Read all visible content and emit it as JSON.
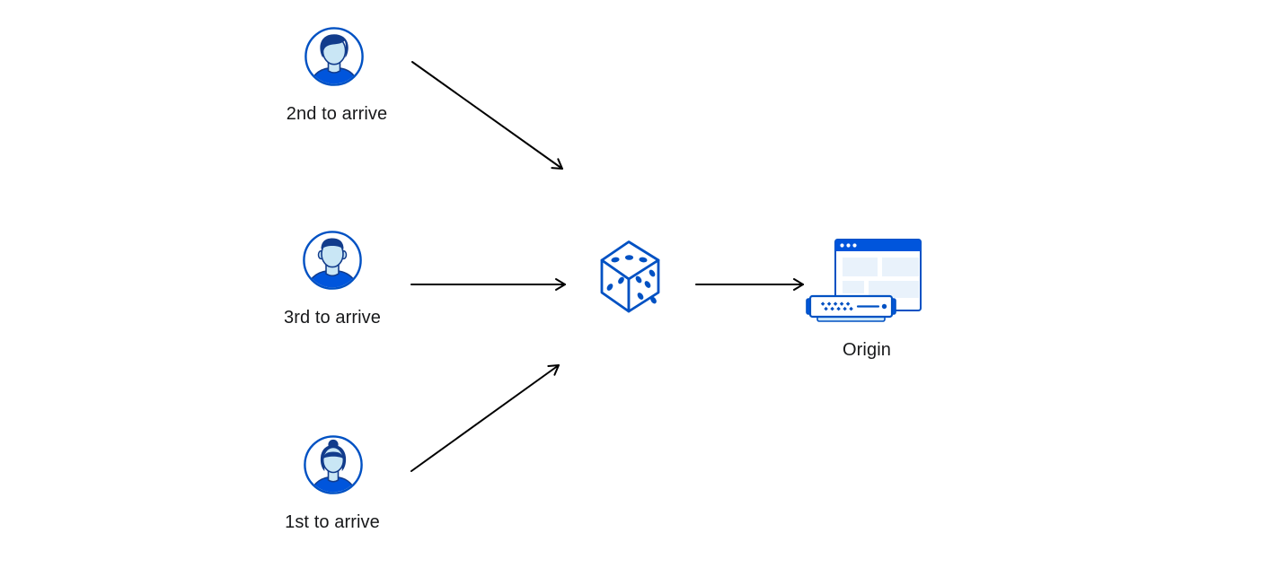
{
  "diagram": {
    "description": "Three clients arrive in different order, a random (dice) selection step forwards one request to the origin server",
    "colors": {
      "primary_blue": "#0051c3",
      "bright_blue": "#0055dc",
      "navy": "#123c8c",
      "face_blue": "#c9e6f5",
      "pale_blue": "#e9f2fb",
      "server_base_blue": "#cfe8f8",
      "arrow_black": "#000000",
      "label_text": "#17181a"
    },
    "clients": [
      {
        "id": "client-top",
        "label": "2nd to arrive",
        "avatar_icon": "man-swoop-hair-avatar-icon"
      },
      {
        "id": "client-middle",
        "label": "3rd to arrive",
        "avatar_icon": "man-flat-top-avatar-icon"
      },
      {
        "id": "client-bottom",
        "label": "1st to arrive",
        "avatar_icon": "woman-bun-hair-avatar-icon"
      }
    ],
    "randomizer": {
      "id": "dice",
      "icon": "dice-icon"
    },
    "origin": {
      "id": "origin",
      "label": "Origin",
      "icon": "browser-window-and-server-icon"
    },
    "edges": [
      {
        "from": "client-top",
        "to": "dice"
      },
      {
        "from": "client-middle",
        "to": "dice"
      },
      {
        "from": "client-bottom",
        "to": "dice"
      },
      {
        "from": "dice",
        "to": "origin"
      }
    ]
  }
}
